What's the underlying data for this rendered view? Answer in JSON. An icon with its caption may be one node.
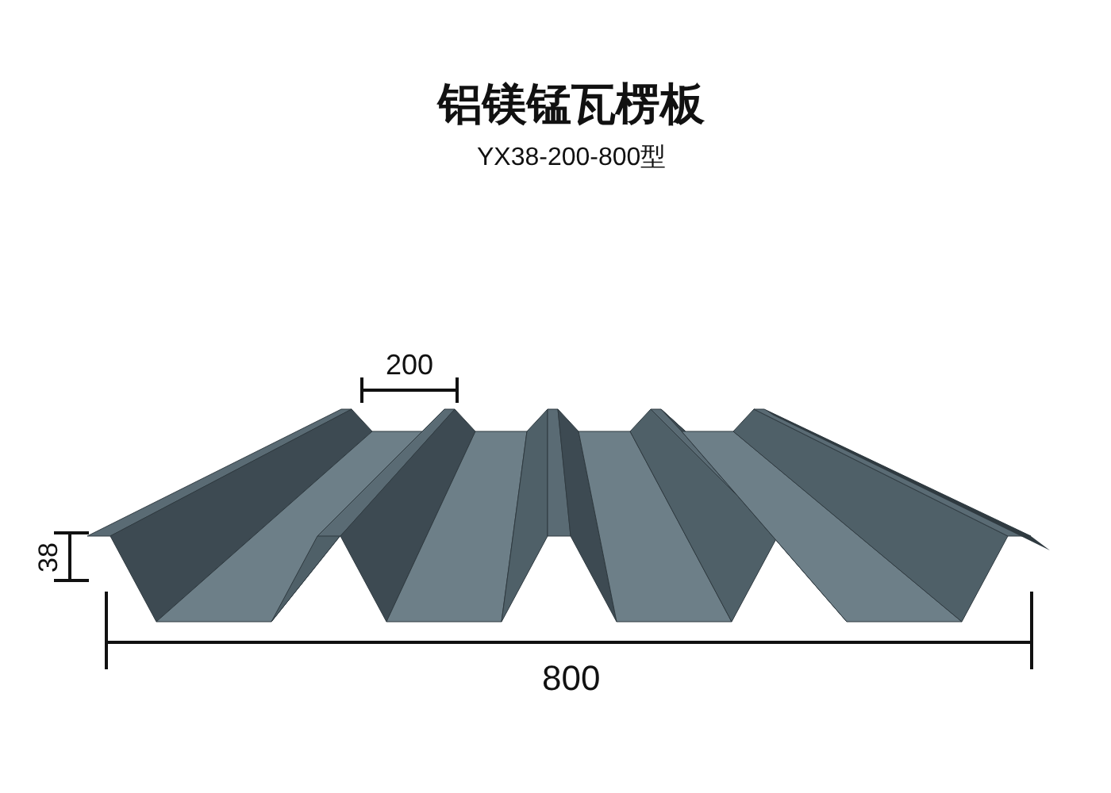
{
  "diagram": {
    "title": "铝镁锰瓦楞板",
    "labels": [
      "YX38-200-800型",
      "200",
      "38",
      "800"
    ]
  }
}
